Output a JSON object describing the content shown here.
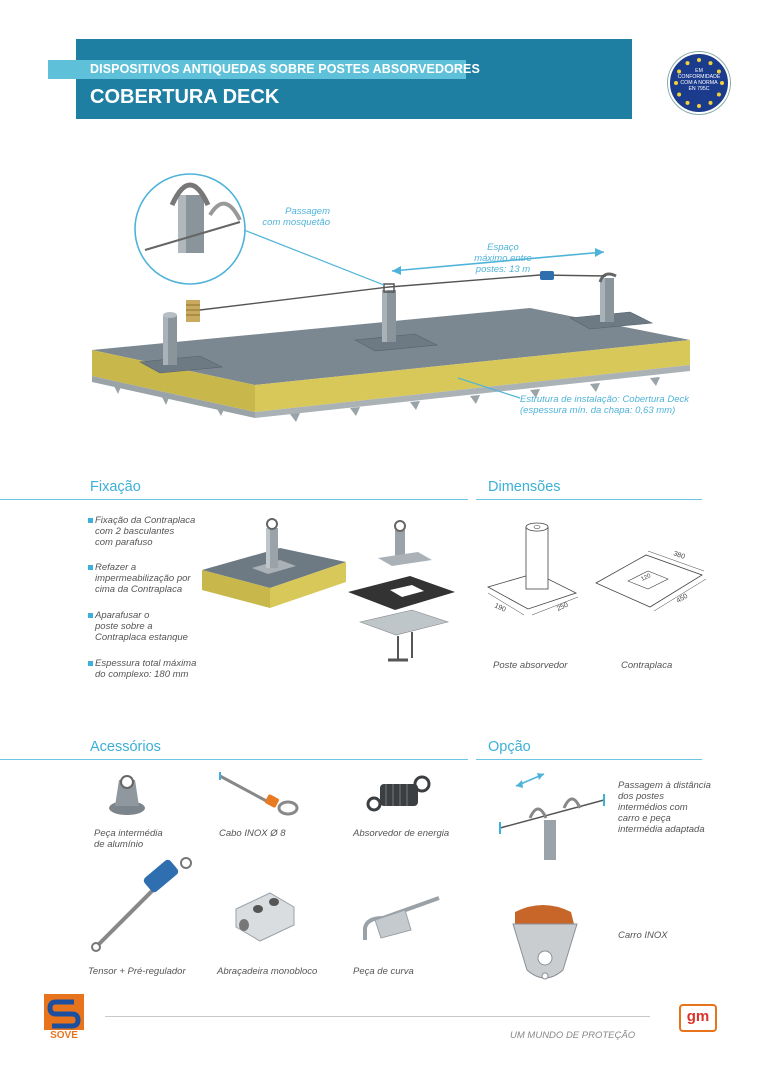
{
  "header": {
    "subtitle": "DISPOSITIVOS ANTIQUEDAS SOBRE POSTES ABSORVEDORES",
    "title": "COBERTURA DECK",
    "badge_text": [
      "EM",
      "CONFORMIDADE",
      "COM A NORMA",
      "EN 795C"
    ]
  },
  "main_illustration": {
    "callout_passage": [
      "Passagem",
      "com mosquetão"
    ],
    "callout_spacing": [
      "Espaço",
      "máximo entre",
      "postes: 13 m"
    ],
    "callout_structure": [
      "Estrutura de instalação: Cobertura Deck",
      "(espessura mín. da chapa: 0,63 mm)"
    ]
  },
  "fixacao": {
    "title": "Fixação",
    "items": [
      [
        "Fixação da Contraplaca",
        "com 2 basculantes",
        "com parafuso"
      ],
      [
        "Refazer a",
        "impermeabilização por",
        "cima da Contraplaca"
      ],
      [
        "Aparafusar o",
        "poste sobre a",
        "Contraplaca estanque"
      ],
      [
        "Espessura total máxima",
        "do complexo: 180 mm"
      ]
    ]
  },
  "dimensoes": {
    "title": "Dimensões",
    "post_label": "Poste absorvedor",
    "plate_label": "Contraplaca",
    "dim_post": [
      "190",
      "250"
    ],
    "dim_plate": [
      "380",
      "120",
      "450"
    ]
  },
  "acessorios": {
    "title": "Acessórios",
    "items": [
      [
        "Peça intermédia",
        "de alumínio"
      ],
      [
        "Cabo INOX Ø 8"
      ],
      [
        "Absorvedor de energia"
      ],
      [
        "Tensor + Pré-regulador"
      ],
      [
        "Abraçadeira monobloco"
      ],
      [
        "Peça de curva"
      ]
    ]
  },
  "opcao": {
    "title": "Opção",
    "items": [
      [
        "Passagem à distância",
        "dos postes",
        "intermédios com",
        "carro e peça",
        "intermédia adaptada"
      ],
      [
        "Carro INOX"
      ]
    ]
  },
  "footer": {
    "brand": "SOVE",
    "slogan": "UM MUNDO DE PROTEÇÃO",
    "logo_right": "gm"
  },
  "colors": {
    "header_dark": "#1f7fa3",
    "header_light": "#5ec0d9",
    "section_title": "#3cb0d6",
    "callout": "#4fb3d9",
    "deck_top": "#7b8891",
    "insulation": "#c8b84c",
    "sove_orange": "#e8731d",
    "sove_blue": "#1d4fa0",
    "gm_red": "#d9342b"
  }
}
